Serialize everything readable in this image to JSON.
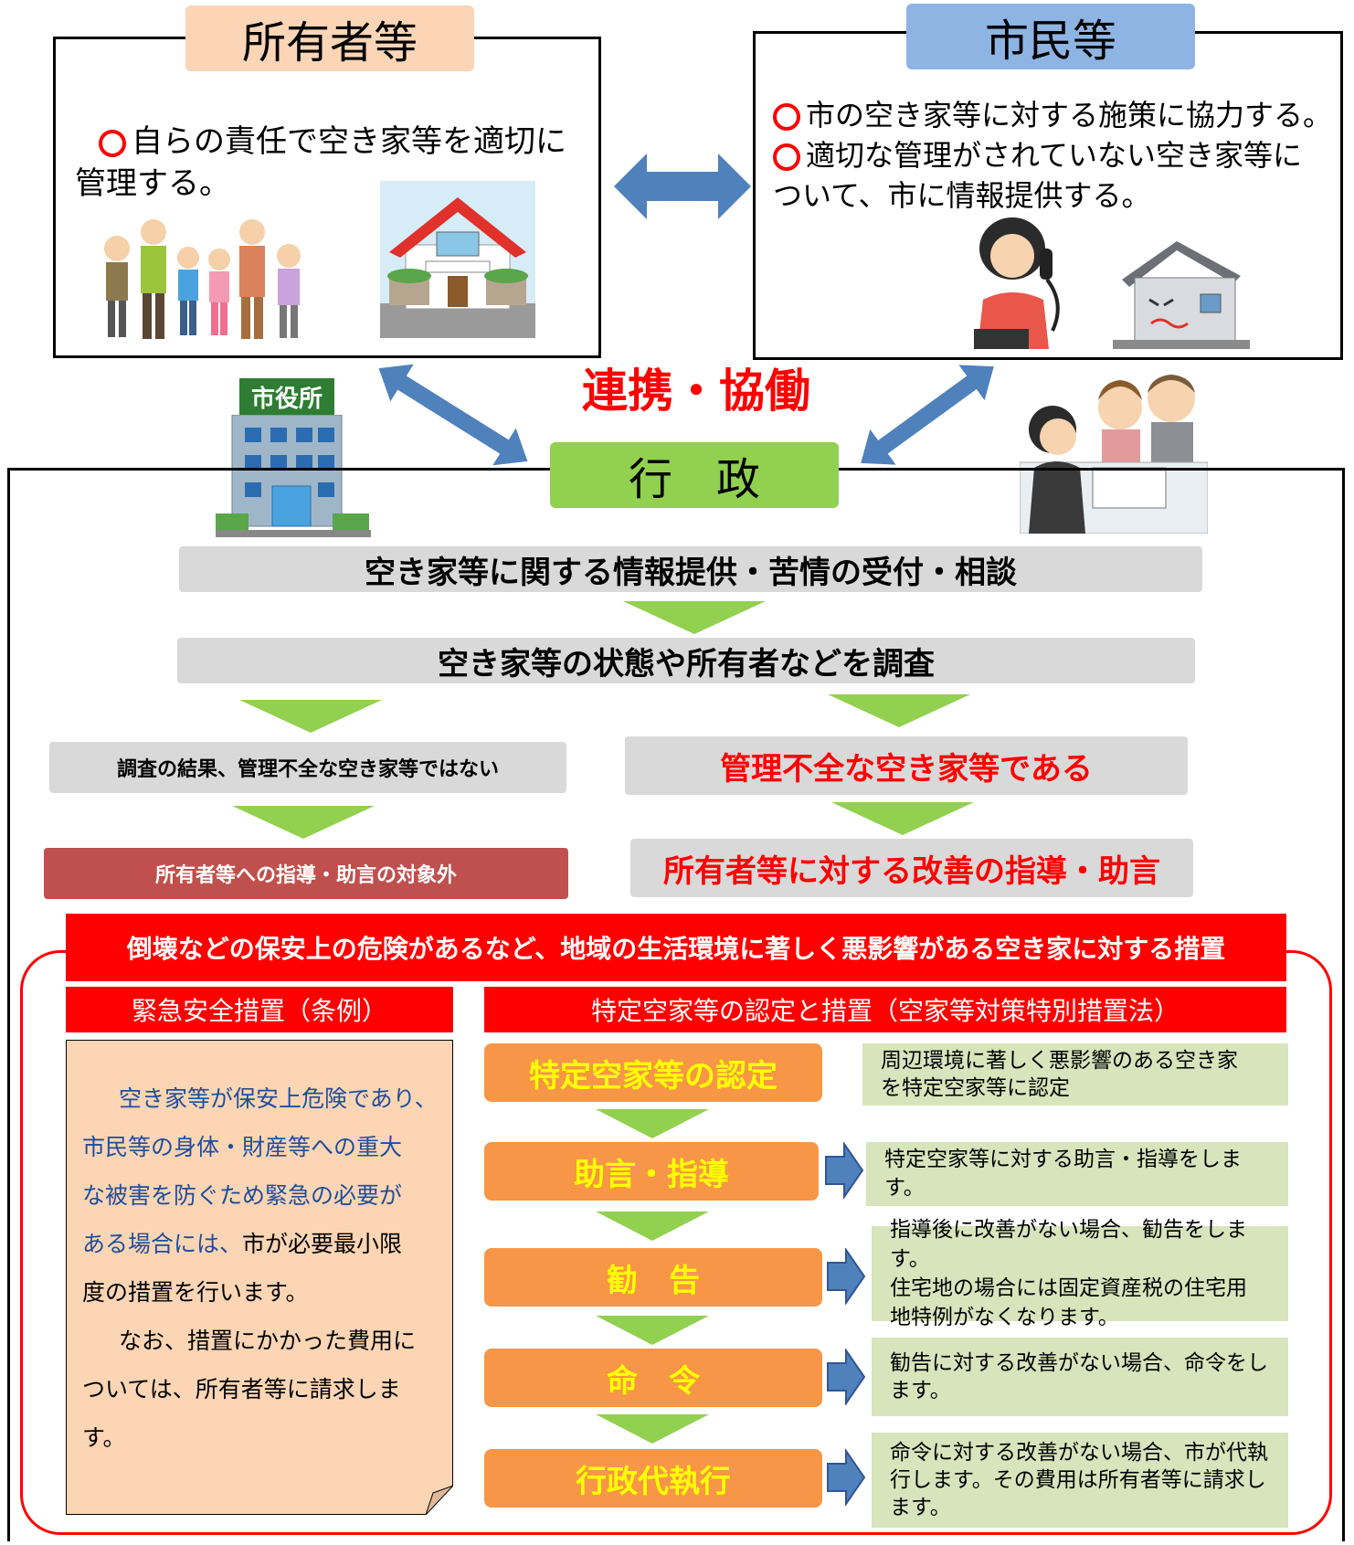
{
  "owner": {
    "title": "所有者等",
    "line1": "自らの責任で空き家等を適切に",
    "line2": "管理する。"
  },
  "citizen": {
    "title": "市民等",
    "line1": "市の空き家等に対する施策に協力する。",
    "line2": "適切な管理がされていない空き家等に",
    "line3": "ついて、市に情報提供する。"
  },
  "cooperation": "連携・協働",
  "city_hall_sign": "市役所",
  "admin": {
    "title": "行　政"
  },
  "flow": {
    "step1": "空き家等に関する情報提供・苦情の受付・相談",
    "step2": "空き家等の状態や所有者などを調査",
    "left_result": "調査の結果、管理不全な空き家等ではない",
    "left_outcome": "所有者等への指導・助言の対象外",
    "right_result": "管理不全な空き家等である",
    "right_outcome": "所有者等に対する改善の指導・助言"
  },
  "measures": {
    "banner": "倒壊などの保安上の危険があるなど、地域の生活環境に著しく悪影響がある空き家に対する措置",
    "emergency_header": "緊急安全措置（条例）",
    "emergency_text_1": "空き家等が保安上危険であり、",
    "emergency_text_2": "市民等の身体・財産等への重大",
    "emergency_text_3": "な被害を防ぐため緊急の必要が",
    "emergency_text_4": "ある場合には、",
    "emergency_text_4b": "市が必要最小限",
    "emergency_text_5": "度の措置を行います。",
    "emergency_text_6": "なお、措置にかかった費用に",
    "emergency_text_7": "ついては、所有者等に請求しま",
    "emergency_text_8": "す。",
    "special_header": "特定空家等の認定と措置（空家等対策特別措置法）",
    "steps": [
      {
        "label": "特定空家等の認定",
        "note1": "周辺環境に著しく悪影響のある空き家",
        "note2": "を特定空家等に認定",
        "note3": ""
      },
      {
        "label": "助言・指導",
        "note1": "特定空家等に対する助言・指導をします。",
        "note2": "",
        "note3": ""
      },
      {
        "label": "勧　告",
        "note1": "指導後に改善がない場合、勧告をします。",
        "note2": "住宅地の場合には固定資産税の住宅用",
        "note3": "地特例がなくなります。"
      },
      {
        "label": "命　令",
        "note1": "勧告に対する改善がない場合、命令をし",
        "note2": "ます。",
        "note3": ""
      },
      {
        "label": "行政代執行",
        "note1": "命令に対する改善がない場合、市が代執",
        "note2": "行します。その費用は所有者等に請求し",
        "note3": "ます。"
      }
    ]
  },
  "colors": {
    "owner_tab": "#fbd5b5",
    "citizen_tab": "#8eb4e3",
    "admin_tab": "#92d050",
    "banner": "#ff0000",
    "step": "#f79646",
    "note": "#d8e4bc",
    "arrow_blue": "#4f81bd",
    "excluded": "#c0504d"
  }
}
